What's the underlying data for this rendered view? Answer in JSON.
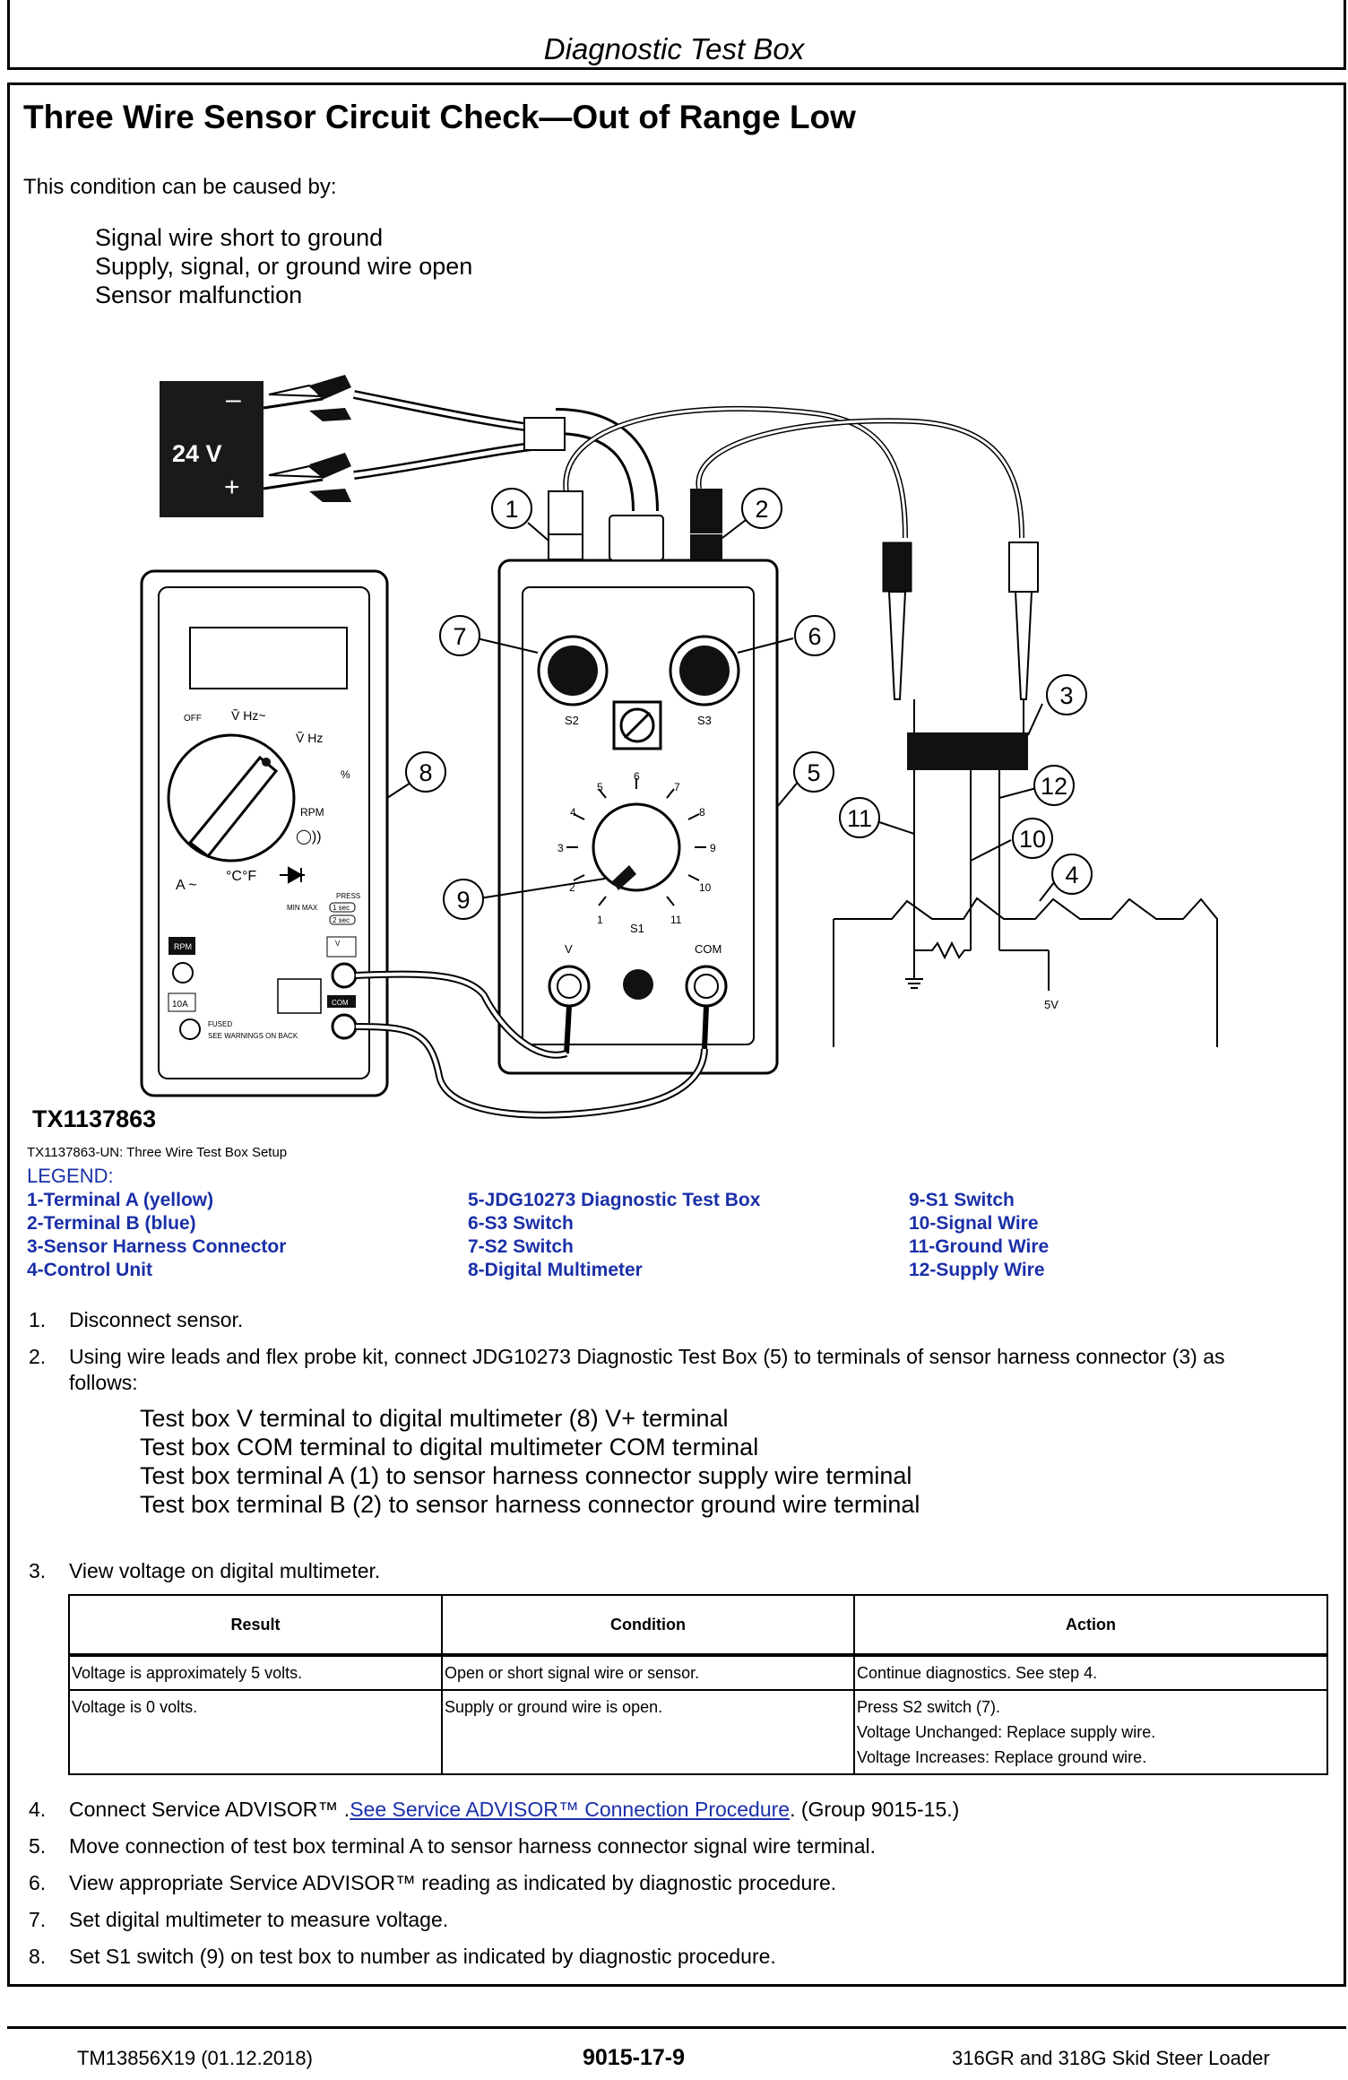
{
  "header": {
    "title": "Diagnostic Test Box"
  },
  "section_title": "Three Wire Sensor Circuit Check—Out of Range Low",
  "intro": "This condition can be caused by:",
  "causes": [
    "Signal wire short to ground",
    "Supply, signal, or ground wire open",
    "Sensor malfunction"
  ],
  "figure": {
    "battery_label": "24 V",
    "battery_minus": "–",
    "battery_plus": "+",
    "callouts": [
      "1",
      "2",
      "3",
      "4",
      "5",
      "6",
      "7",
      "8",
      "9",
      "10",
      "11",
      "12"
    ],
    "meter_text": {
      "off": "OFF",
      "v_hz": "Ṽ Hz~",
      "v_hz2": "Ṽ Hz",
      "pct": "%",
      "rpm": "RPM",
      "a": "A ~",
      "temp": "°C°F",
      "minmax": "MIN MAX",
      "press": "PRESS",
      "sec1": "1 sec",
      "sec2": "2 sec",
      "rpm_jack": "RPM",
      "ten_a": "10A",
      "fused": "FUSED",
      "warn": "SEE WARNINGS ON BACK",
      "com": "COM",
      "v": "V"
    },
    "box_text": {
      "s2": "S2",
      "s3": "S3",
      "s1": "S1",
      "v": "V",
      "com": "COM",
      "dial": [
        "1",
        "2",
        "3",
        "4",
        "5",
        "6",
        "7",
        "8",
        "9",
        "10",
        "11"
      ]
    },
    "sensor_5v": "5V",
    "id": "TX1137863"
  },
  "caption": "TX1137863-UN: Three Wire Test Box Setup",
  "legend": {
    "header": "LEGEND:",
    "col1": [
      "1-Terminal A (yellow)",
      "2-Terminal B (blue)",
      "3-Sensor Harness Connector",
      "4-Control Unit"
    ],
    "col2": [
      "5-JDG10273 Diagnostic Test Box",
      "6-S3 Switch",
      "7-S2 Switch",
      "8-Digital Multimeter"
    ],
    "col3": [
      "9-S1 Switch",
      "10-Signal Wire",
      "11-Ground Wire",
      "12-Supply Wire"
    ]
  },
  "steps": {
    "s1": {
      "n": "1.",
      "t": "Disconnect sensor."
    },
    "s2": {
      "n": "2.",
      "t1": "Using wire leads and flex probe kit, connect JDG10273 Diagnostic Test Box (5) to terminals of sensor harness connector (3) as",
      "t2": "follows:"
    },
    "s2_sub": [
      "Test box V terminal to digital multimeter (8) V+ terminal",
      "Test box COM terminal to digital multimeter COM terminal",
      "Test box terminal A (1) to sensor harness connector supply wire terminal",
      "Test box terminal B (2) to sensor harness connector ground wire terminal"
    ],
    "s3": {
      "n": "3.",
      "t": "View voltage on digital multimeter."
    },
    "s4": {
      "n": "4.",
      "pre": "Connect Service ADVISOR™ .",
      "link": "See Service ADVISOR™ Connection Procedure",
      "post": ". (Group 9015-15.)"
    },
    "s5": {
      "n": "5.",
      "t": "Move connection of test box terminal A to sensor harness connector signal wire terminal."
    },
    "s6": {
      "n": "6.",
      "t": "View appropriate Service ADVISOR™ reading as indicated by diagnostic procedure."
    },
    "s7": {
      "n": "7.",
      "t": "Set digital multimeter to measure voltage."
    },
    "s8": {
      "n": "8.",
      "t": "Set S1 switch (9) on test box to number as indicated by diagnostic procedure."
    }
  },
  "table": {
    "headers": [
      "Result",
      "Condition",
      "Action"
    ],
    "row1": [
      "Voltage is approximately 5 volts.",
      "Open or short signal wire or sensor.",
      "Continue diagnostics. See step 4."
    ],
    "row2": [
      "Voltage is 0 volts.",
      "Supply or ground wire is open.",
      "Press S2 switch (7).",
      "Voltage Unchanged: Replace supply wire.",
      "Voltage Increases: Replace ground wire."
    ]
  },
  "footer": {
    "doc": "TM13856X19 (01.12.2018)",
    "page": "9015-17-9",
    "model": "316GR and 318G Skid Steer Loader"
  }
}
